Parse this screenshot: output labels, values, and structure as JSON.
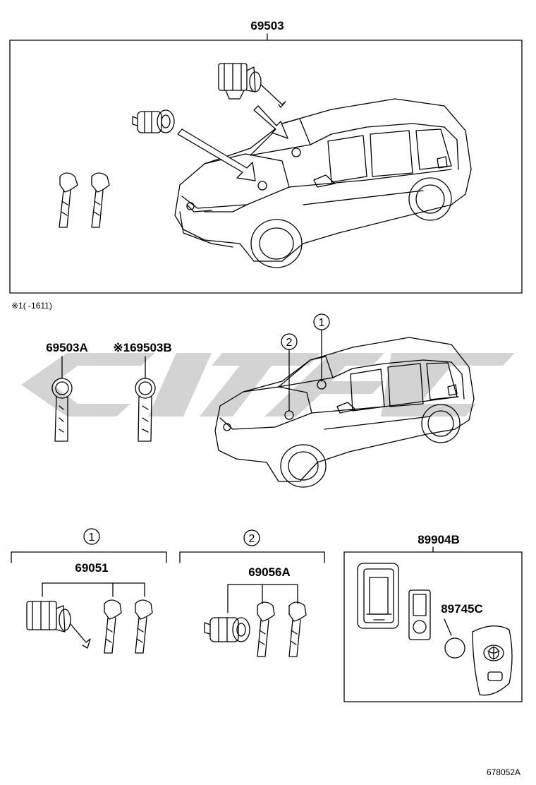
{
  "parts": {
    "kit": "69503",
    "key_a": "69503A",
    "key_b": "※169503B",
    "cylinder_set_1": "69051",
    "cylinder_set_2": "69056A",
    "transmitter": "89904B",
    "battery": "89745C"
  },
  "note": "※1(   -1611)",
  "callouts": {
    "one": "1",
    "two": "2"
  },
  "figure_id": "678052A",
  "colors": {
    "line": "#000000",
    "watermark": "#cfcfcf"
  }
}
